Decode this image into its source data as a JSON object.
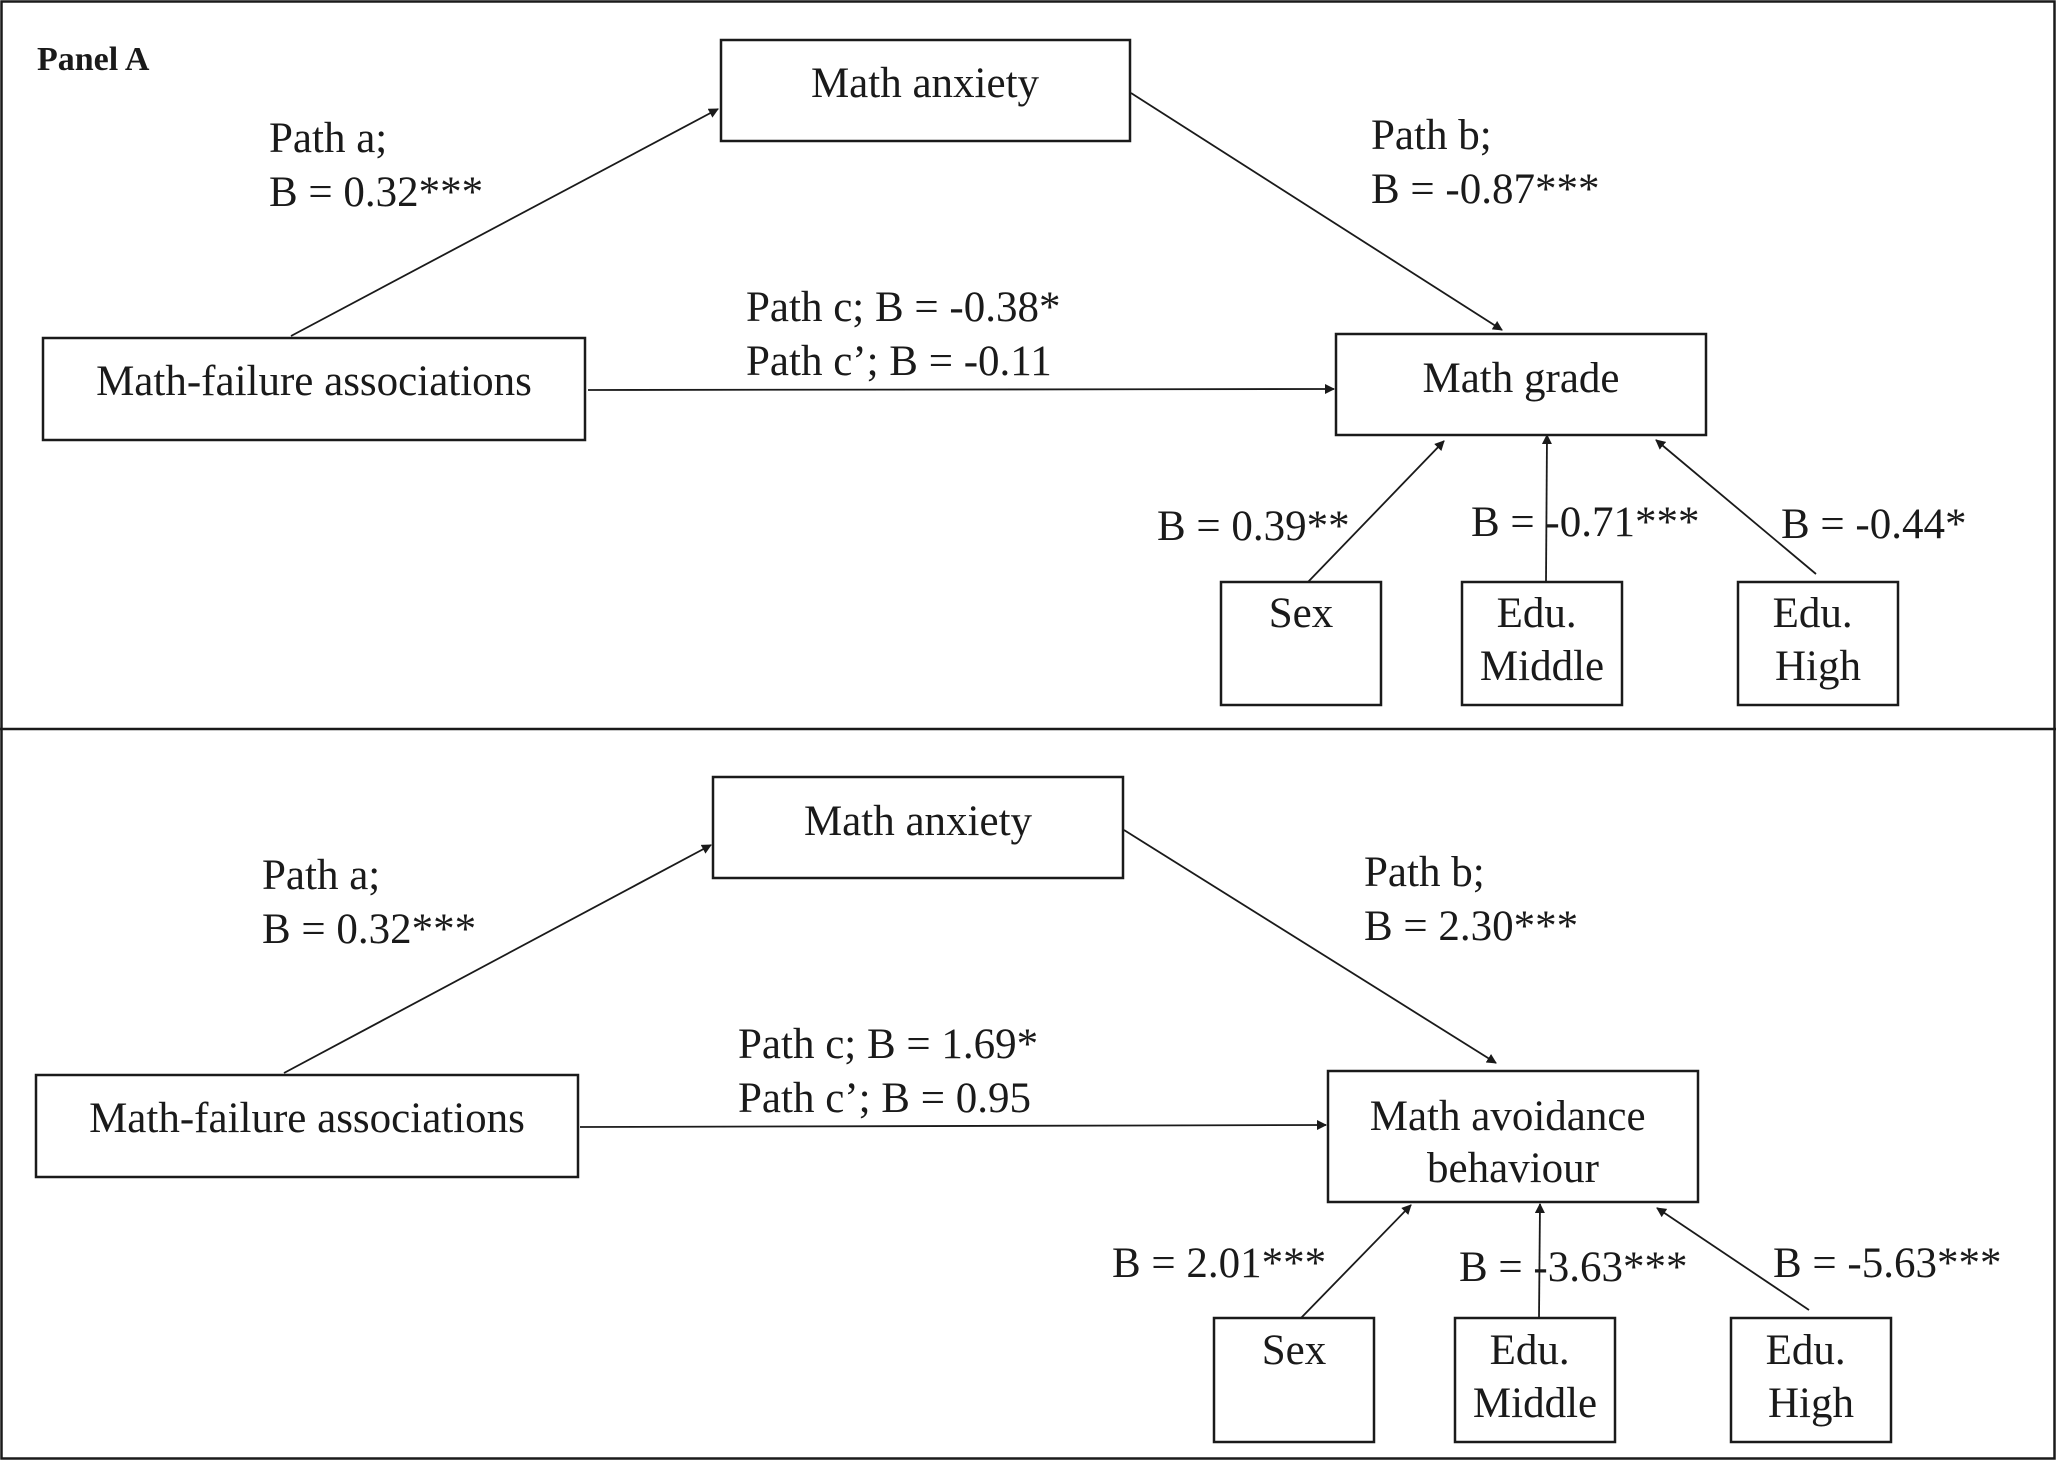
{
  "colors": {
    "ink": "#1a1a1a",
    "background": "#ffffff"
  },
  "panels": [
    {
      "title": "Panel A",
      "nodes": {
        "failure": {
          "label": [
            "Math-failure associations"
          ]
        },
        "anxiety": {
          "label": [
            "Math anxiety"
          ]
        },
        "outcome": {
          "label": [
            "Math grade"
          ]
        },
        "sex": {
          "label": [
            "Sex"
          ]
        },
        "middle": {
          "label": [
            "Edu.",
            "Middle"
          ]
        },
        "high": {
          "label": [
            "Edu.",
            "High"
          ]
        }
      },
      "paths": {
        "a": {
          "label": [
            "Path a;",
            "B = 0.32***"
          ]
        },
        "b": {
          "label": [
            "Path b;",
            "B = -0.87***"
          ]
        },
        "c": {
          "label": [
            "Path c; B = -0.38*",
            "Path c’; B = -0.11"
          ]
        },
        "sex": {
          "label": "B = 0.39**"
        },
        "middle": {
          "label": "B = -0.71***"
        },
        "high": {
          "label": "B = -0.44*"
        }
      }
    },
    {
      "title": "",
      "nodes": {
        "failure": {
          "label": [
            "Math-failure associations"
          ]
        },
        "anxiety": {
          "label": [
            "Math anxiety"
          ]
        },
        "outcome": {
          "label": [
            "Math avoidance",
            "behaviour"
          ]
        },
        "sex": {
          "label": [
            "Sex"
          ]
        },
        "middle": {
          "label": [
            "Edu.",
            "Middle"
          ]
        },
        "high": {
          "label": [
            "Edu.",
            "High"
          ]
        }
      },
      "paths": {
        "a": {
          "label": [
            "Path a;",
            "B = 0.32***"
          ]
        },
        "b": {
          "label": [
            "Path b;",
            "B = 2.30***"
          ]
        },
        "c": {
          "label": [
            "Path c; B = 1.69*",
            "Path c’; B = 0.95"
          ]
        },
        "sex": {
          "label": "B = 2.01***"
        },
        "middle": {
          "label": "B = -3.63***"
        },
        "high": {
          "label": "B = -5.63***"
        }
      }
    }
  ]
}
